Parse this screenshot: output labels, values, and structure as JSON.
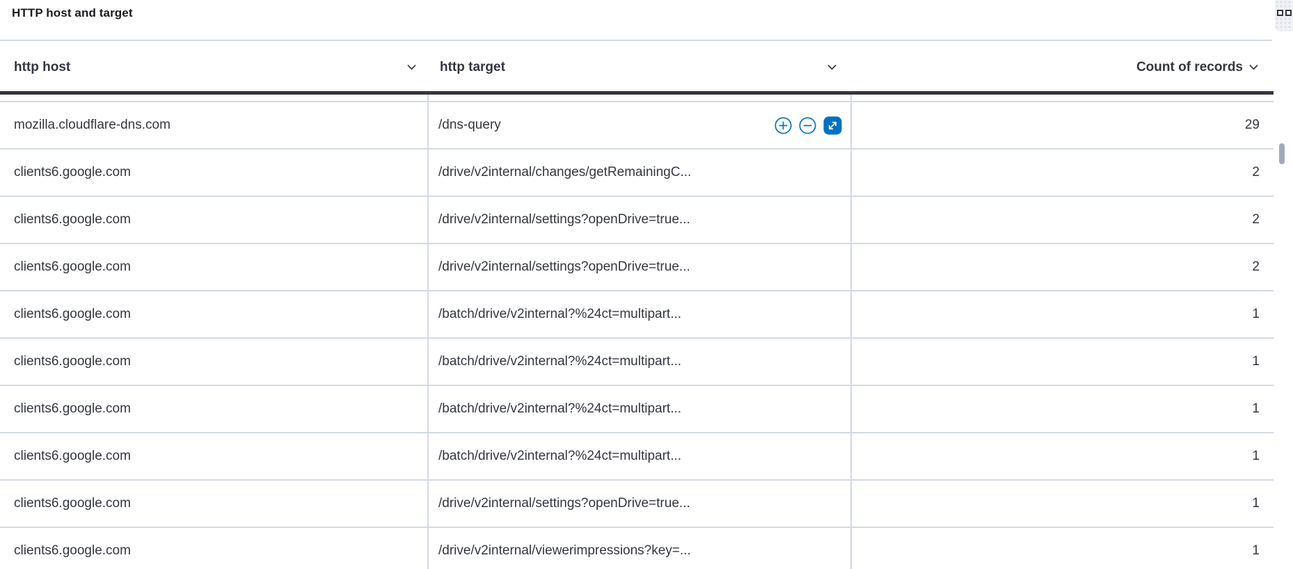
{
  "panel": {
    "title": "HTTP host and target"
  },
  "icons": {
    "corner": "two-squares-icon",
    "header_sort": "chevron-down-icon",
    "cell_actions": [
      "filter-for-icon",
      "filter-out-icon",
      "expand-cell-icon"
    ]
  },
  "colors": {
    "accent_blue": "#0071c2",
    "text": "#343741",
    "title_text": "#1a1c21",
    "row_border": "#d3dae6",
    "header_border": "#343741",
    "scroll_thumb": "#a2a9b8"
  },
  "table": {
    "columns": [
      {
        "label": "http host",
        "align": "left"
      },
      {
        "label": "http target",
        "align": "left"
      },
      {
        "label": "Count of records",
        "align": "right"
      }
    ],
    "rows": [
      {
        "host": "mozilla.cloudflare-dns.com",
        "target": "/dns-query",
        "count": "29",
        "show_actions": true
      },
      {
        "host": "clients6.google.com",
        "target": "/drive/v2internal/changes/getRemainingC...",
        "count": "2"
      },
      {
        "host": "clients6.google.com",
        "target": "/drive/v2internal/settings?openDrive=true...",
        "count": "2"
      },
      {
        "host": "clients6.google.com",
        "target": "/drive/v2internal/settings?openDrive=true...",
        "count": "2"
      },
      {
        "host": "clients6.google.com",
        "target": "/batch/drive/v2internal?%24ct=multipart...",
        "count": "1"
      },
      {
        "host": "clients6.google.com",
        "target": "/batch/drive/v2internal?%24ct=multipart...",
        "count": "1"
      },
      {
        "host": "clients6.google.com",
        "target": "/batch/drive/v2internal?%24ct=multipart...",
        "count": "1"
      },
      {
        "host": "clients6.google.com",
        "target": "/batch/drive/v2internal?%24ct=multipart...",
        "count": "1"
      },
      {
        "host": "clients6.google.com",
        "target": "/drive/v2internal/settings?openDrive=true...",
        "count": "1"
      },
      {
        "host": "clients6.google.com",
        "target": "/drive/v2internal/viewerimpressions?key=...",
        "count": "1"
      }
    ]
  }
}
